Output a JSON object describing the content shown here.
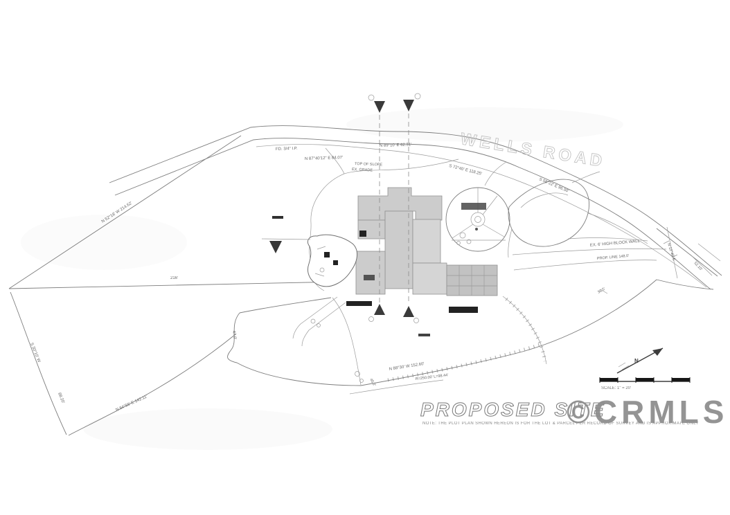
{
  "road": {
    "name": "WELLS ROAD"
  },
  "title_block": {
    "title": "PROPOSED SITE",
    "fine_print": "NOTE: THE PLOT PLAN SHOWN HEREON IS FOR THE LOT & PARCEL PER RECORD OF SURVEY AND IS APPROXIMATE ONLY"
  },
  "watermark": {
    "text": "©CRMLS",
    "color": "#8b8b8b"
  },
  "scale_bar": {
    "label": "SCALE: 1\" = 20'"
  },
  "north_arrow": {
    "label": "N"
  },
  "survey_labels": [
    {
      "text": "FD. 3/4\" I.P."
    },
    {
      "text": "N 87°40'12\" E  84.07'"
    },
    {
      "text": "N 89°10' E  62.31'"
    },
    {
      "text": "TOP OF SLOPE"
    },
    {
      "text": "S 72°40' E  118.25'"
    },
    {
      "text": "S 58°22' E  96.50'"
    },
    {
      "text": "N 52°18' W  214.62'"
    },
    {
      "text": "216'"
    },
    {
      "text": "S 30°10' W"
    },
    {
      "text": "88.20'"
    },
    {
      "text": "N 64°55' E  142.11'"
    },
    {
      "text": "47.0'"
    },
    {
      "text": "N 88°30' W  152.60'"
    },
    {
      "text": "R=250.00'  L=98.44'"
    },
    {
      "text": "45.2'"
    },
    {
      "text": "EX. 6' HIGH BLOCK WALL"
    },
    {
      "text": "PROP. LINE  148.0'"
    },
    {
      "text": "N 12°40' E"
    },
    {
      "text": "52.10'"
    },
    {
      "text": "38.5'"
    },
    {
      "text": "EX. GRADE"
    }
  ]
}
